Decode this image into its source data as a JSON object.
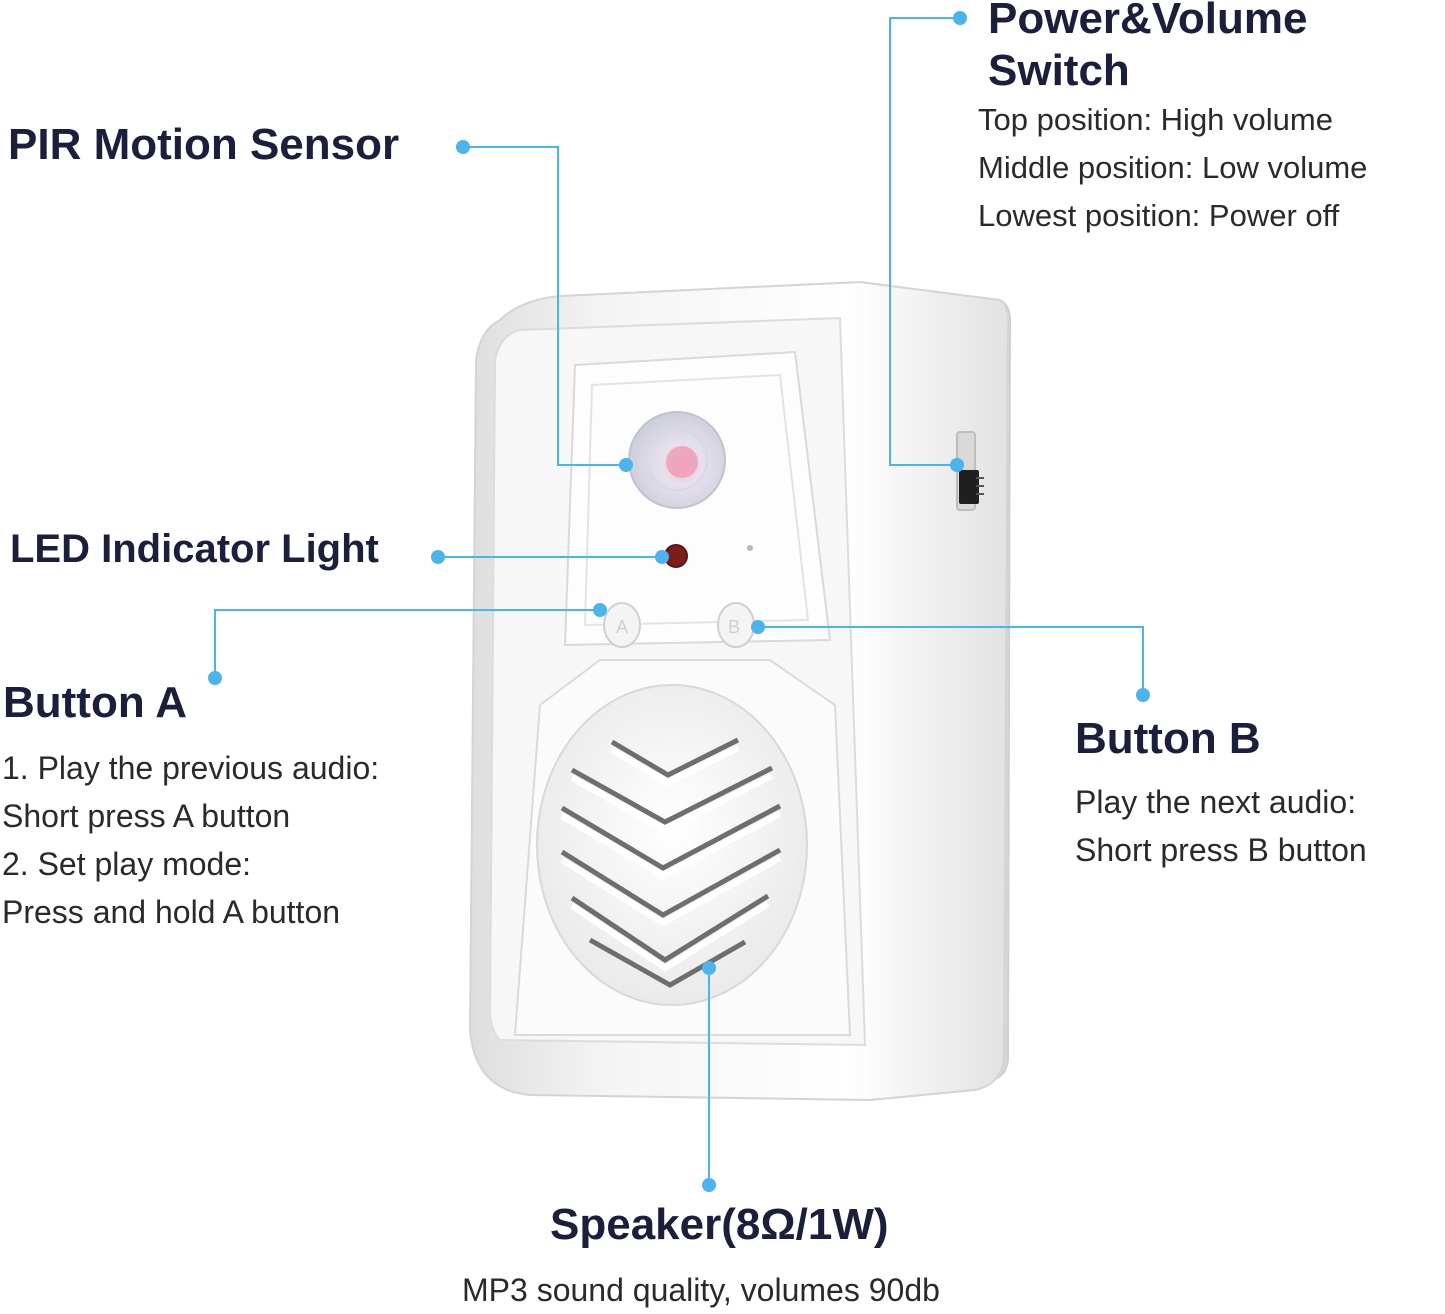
{
  "callouts": {
    "pir": {
      "title": "PIR Motion Sensor"
    },
    "led": {
      "title": "LED Indicator Light"
    },
    "power": {
      "title_line1": "Power&Volume",
      "title_line2": "Switch",
      "lines": [
        "Top position: High volume",
        "Middle position: Low volume",
        "Lowest position: Power off"
      ]
    },
    "button_a": {
      "title": "Button A",
      "lines": [
        "1. Play the previous audio:",
        "Short press A button",
        "2. Set play mode:",
        "Press and hold A button"
      ]
    },
    "button_b": {
      "title": "Button B",
      "lines": [
        "Play the next audio:",
        "Short press B button"
      ]
    },
    "speaker": {
      "title": "Speaker(8Ω/1W)",
      "desc": "MP3 sound quality, volumes 90db"
    }
  },
  "device": {
    "button_a_mark": "A",
    "button_b_mark": "B"
  },
  "colors": {
    "leader": "#4db3ea",
    "title": "#1b1f3b",
    "body": "#2a2a2a"
  }
}
